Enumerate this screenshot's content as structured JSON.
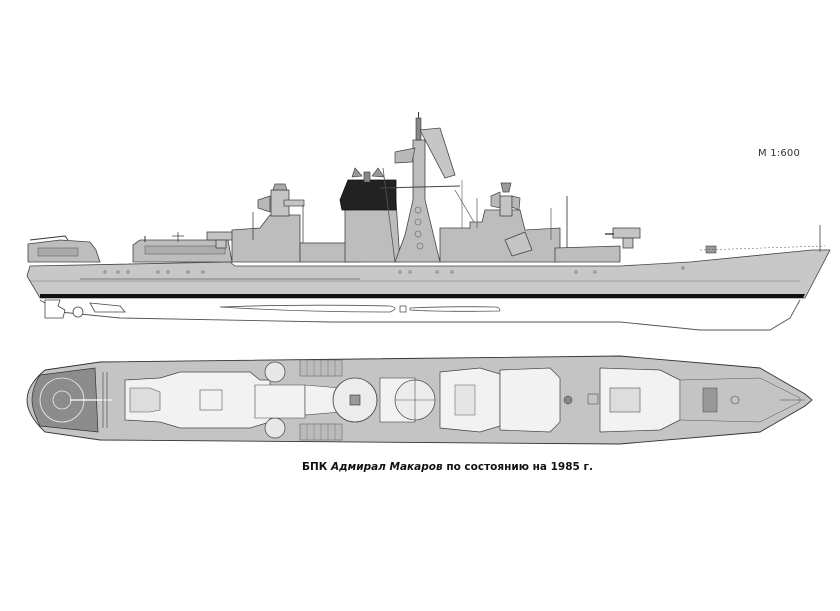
{
  "document": {
    "scale_label": "М 1:600",
    "caption": {
      "prefix": "БПК",
      "ship_name": "Адмирал Макаров",
      "suffix": "по состоянию на 1985 г."
    }
  },
  "drawings": {
    "side_view": {
      "label": "side-profile",
      "hull_color": "#c8c8c8",
      "superstructure_color": "#bdbdbd",
      "dark_color": "#1a1a1a",
      "waterline_color": "#111111"
    },
    "plan_view": {
      "label": "deck-plan",
      "deck_color": "#c4c4c4",
      "open_area_color": "#f2f2f2",
      "helipad_color": "#8c8c8c"
    }
  },
  "colors": {
    "background": "#ffffff",
    "line": "#333333",
    "text": "#111111"
  }
}
